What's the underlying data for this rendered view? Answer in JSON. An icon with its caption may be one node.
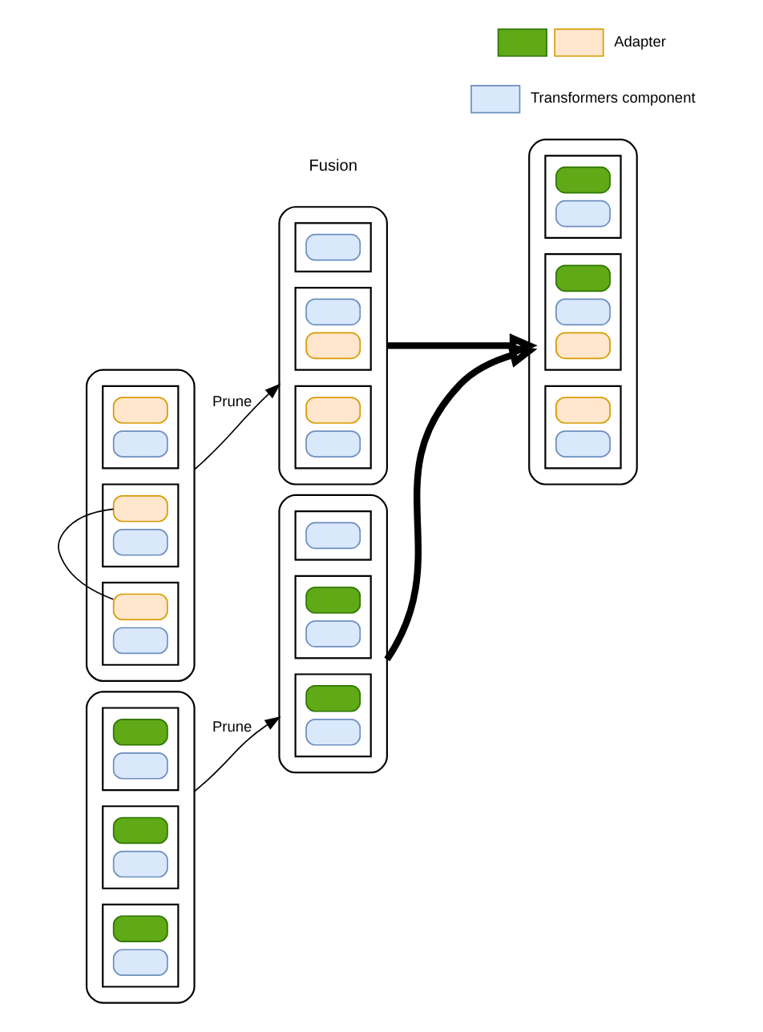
{
  "diagram": {
    "nodes": [
      {
        "text": [],
        "shape": "box"
      },
      {
        "text": [],
        "shape": "box",
        "in": 0
      },
      {
        "text": [],
        "shape": "box",
        "in": 1
      },
      {
        "text": [],
        "shape": "box",
        "in": 1
      },
      {
        "text": [],
        "shape": "box",
        "in": 0
      },
      {
        "text": [],
        "shape": "box",
        "in": 4
      },
      {
        "text": [],
        "shape": "box",
        "in": 4
      },
      {
        "text": [],
        "shape": "box",
        "in": 0
      },
      {
        "text": [],
        "shape": "box",
        "in": 7
      },
      {
        "text": [],
        "shape": "box",
        "in": 7
      },
      {
        "text": [],
        "shape": "box"
      },
      {
        "text": [],
        "shape": "box",
        "in": 10
      },
      {
        "text": [],
        "shape": "box",
        "in": 11
      },
      {
        "text": [],
        "shape": "box",
        "in": 10
      },
      {
        "text": [],
        "shape": "box",
        "in": 13
      },
      {
        "text": [],
        "shape": "box",
        "in": 13
      },
      {
        "text": [],
        "shape": "box",
        "in": 10
      },
      {
        "text": [],
        "shape": "box",
        "in": 16
      },
      {
        "text": [],
        "shape": "box",
        "in": 16
      },
      {
        "text": [],
        "shape": "box"
      },
      {
        "text": [],
        "shape": "box",
        "in": 19
      },
      {
        "text": [],
        "shape": "box",
        "in": 20
      },
      {
        "text": [],
        "shape": "box",
        "in": 20
      },
      {
        "text": [],
        "shape": "box",
        "in": 19
      },
      {
        "text": [],
        "shape": "box",
        "in": 23
      },
      {
        "text": [],
        "shape": "box",
        "in": 23
      },
      {
        "text": [],
        "shape": "box",
        "in": 23
      },
      {
        "text": [],
        "shape": "box",
        "in": 19
      },
      {
        "text": [],
        "shape": "box",
        "in": 27
      },
      {
        "text": [],
        "shape": "box",
        "in": 27
      },
      {
        "text": [],
        "shape": "box"
      },
      {
        "text": [],
        "shape": "box",
        "in": 30
      },
      {
        "text": [],
        "shape": "box",
        "in": 31
      },
      {
        "text": [],
        "shape": "box",
        "in": 31
      },
      {
        "text": [],
        "shape": "box",
        "in": 30
      },
      {
        "text": [],
        "shape": "box",
        "in": 34
      },
      {
        "text": [],
        "shape": "box",
        "in": 34
      },
      {
        "text": [],
        "shape": "box",
        "in": 30
      },
      {
        "text": [],
        "shape": "box",
        "in": 37
      },
      {
        "text": [],
        "shape": "box",
        "in": 37
      },
      {
        "text": [],
        "shape": "box"
      },
      {
        "text": [],
        "shape": "box",
        "in": 40
      },
      {
        "text": [],
        "shape": "box",
        "in": 41
      },
      {
        "text": [],
        "shape": "box",
        "in": 41
      },
      {
        "text": [],
        "shape": "box",
        "in": 40
      },
      {
        "text": [],
        "shape": "box",
        "in": 44
      },
      {
        "text": [],
        "shape": "box",
        "in": 44
      },
      {
        "text": [],
        "shape": "box",
        "in": 40
      },
      {
        "text": [],
        "shape": "box",
        "in": 47
      }
    ],
    "edges": [
      {
        "from": 0,
        "to": 10,
        "arrow": "to",
        "label": "Prune"
      },
      {
        "from": 5,
        "to": 8,
        "arrow": "none"
      },
      {
        "from": 10,
        "to": 19,
        "arrow": "to",
        "style": "thick"
      },
      {
        "from": 30,
        "to": 40,
        "arrow": "to",
        "label": "Prune"
      },
      {
        "from": 40,
        "to": 19,
        "arrow": "to",
        "style": "thick"
      }
    ],
    "labels": [
      "Fusion"
    ],
    "legend": [
      {
        "text": "Adapter",
        "color": "#ffe6cc"
      },
      {
        "text": "Transformers component",
        "color": "#dae8fc"
      }
    ]
  }
}
